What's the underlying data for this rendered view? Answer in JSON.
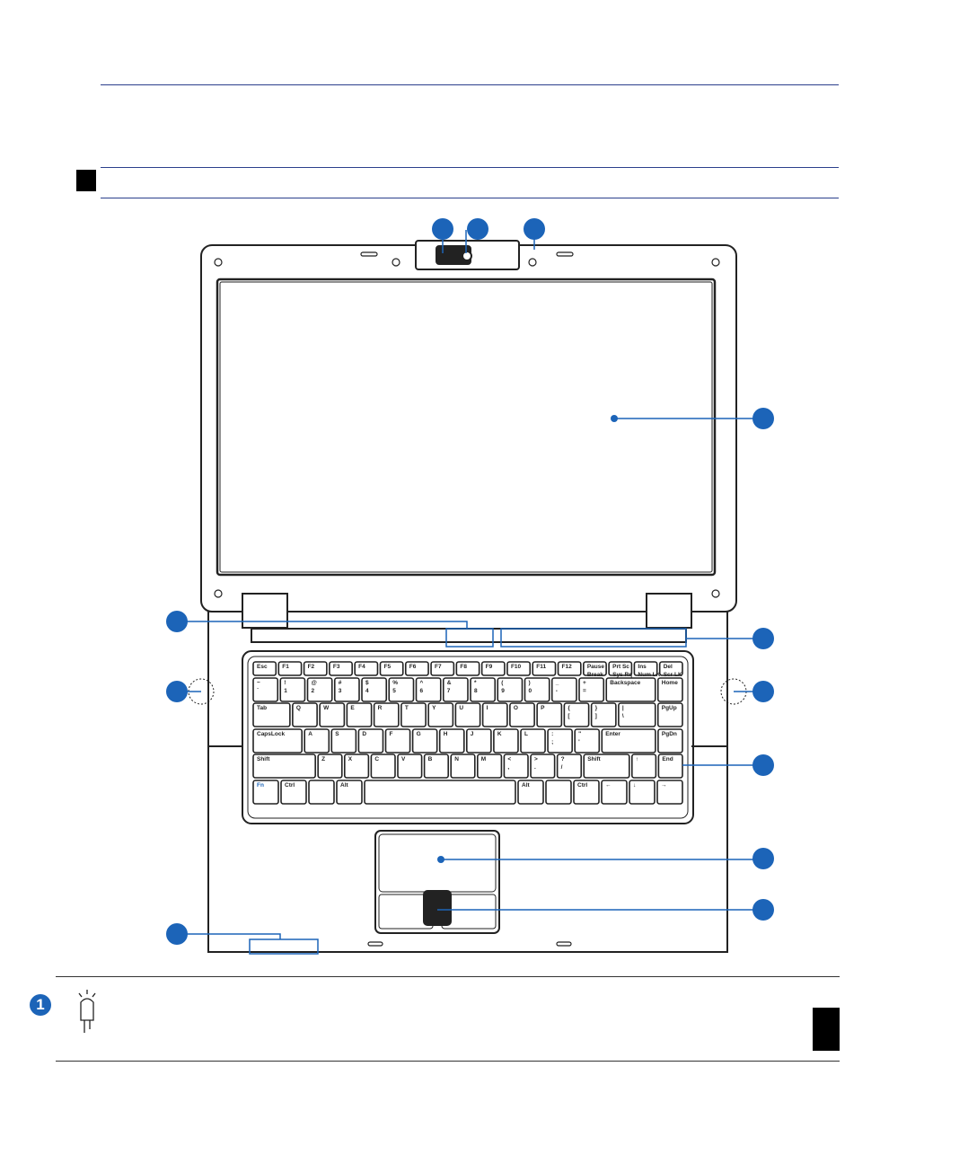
{
  "colors": {
    "rule": "#2b3f8c",
    "callout": "#1c64b8",
    "outline": "#222222",
    "key_legend": "#1c64b8"
  },
  "keyboard": {
    "rows": [
      [
        "Esc",
        "F1",
        "F2",
        "F3",
        "F4",
        "F5",
        "F6",
        "F7",
        "F8",
        "F9",
        "F10",
        "F11",
        "F12",
        "Pause\nBreak",
        "Prt Sc\nSys Rq",
        "Ins\nNum LK",
        "Del\nScr LK"
      ],
      [
        "~\n`",
        "!\n1",
        "@\n2",
        "#\n3",
        "$\n4",
        "%\n5",
        "^\n6",
        "&\n7",
        "*\n8",
        "(\n9",
        ")\n0",
        "_\n-",
        "+\n=",
        "Backspace",
        "Home"
      ],
      [
        "Tab",
        "Q",
        "W",
        "E",
        "R",
        "T",
        "Y",
        "U",
        "I",
        "O",
        "P",
        "{\n[",
        "}\n]",
        "|\n\\",
        "PgUp"
      ],
      [
        "CapsLock",
        "A",
        "S",
        "D",
        "F",
        "G",
        "H",
        "J",
        "K",
        "L",
        ":\n;",
        "\"\n'",
        "Enter",
        "PgDn"
      ],
      [
        "Shift",
        "Z",
        "X",
        "C",
        "V",
        "B",
        "N",
        "M",
        "<\n,",
        ">\n.",
        "?\n/",
        "Shift",
        "↑",
        "End"
      ],
      [
        "Fn",
        "Ctrl",
        "",
        "Alt",
        "",
        "Alt",
        "",
        "Ctrl",
        "←",
        "↓",
        "→"
      ]
    ]
  },
  "note": {
    "number": "1",
    "icon": "bulb-icon"
  }
}
